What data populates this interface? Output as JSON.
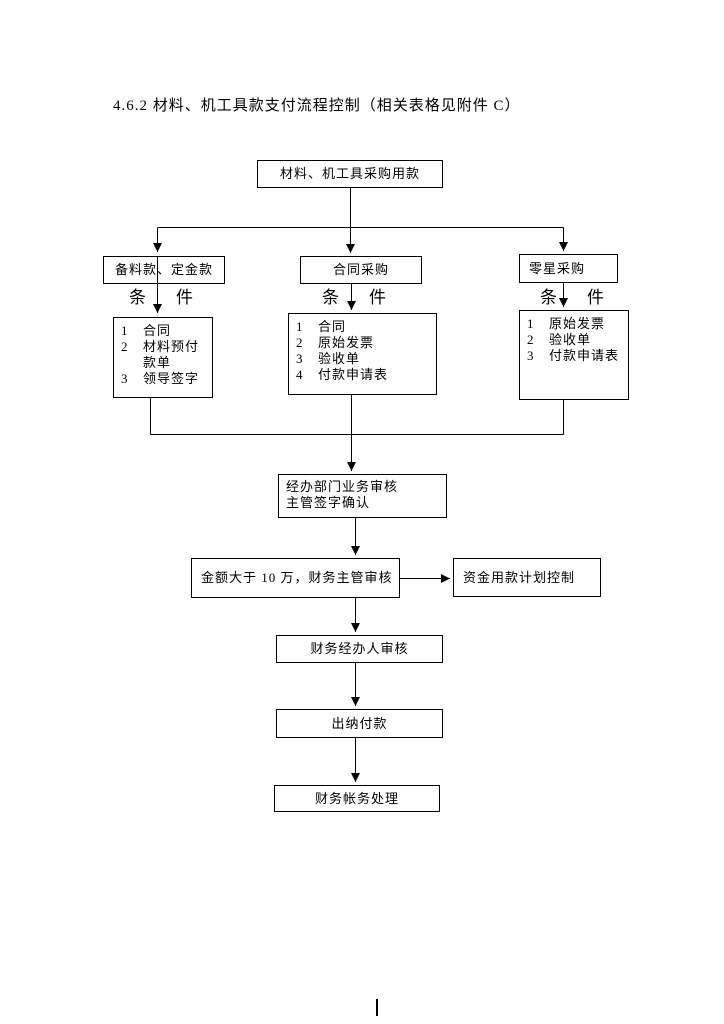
{
  "page": {
    "title": "4.6.2 材料、机工具款支付流程控制（相关表格见附件 C）"
  },
  "flowchart": {
    "top_box": "材料、机工具采购用款",
    "condition_label": {
      "left": "条",
      "right": "件"
    },
    "branches": [
      {
        "name": "备料款、定金款",
        "conditions": [
          {
            "n": "1",
            "t": "合同"
          },
          {
            "n": "2",
            "t": "材料预付"
          },
          {
            "n": "",
            "t": "款单"
          },
          {
            "n": "3",
            "t": "领导签字"
          }
        ]
      },
      {
        "name": "合同采购",
        "conditions": [
          {
            "n": "1",
            "t": "合同"
          },
          {
            "n": "2",
            "t": "原始发票"
          },
          {
            "n": "3",
            "t": "验收单"
          },
          {
            "n": "4",
            "t": "付款申请表"
          }
        ]
      },
      {
        "name": "零星采购",
        "conditions": [
          {
            "n": "1",
            "t": "原始发票"
          },
          {
            "n": "2",
            "t": "验收单"
          },
          {
            "n": "3",
            "t": "付款申请表"
          }
        ]
      }
    ],
    "review_box": {
      "line1": "经办部门业务审核",
      "line2": "主管签字确认"
    },
    "amount_box": "金额大于 10 万，财务主管审核",
    "fund_plan_box": "资金用款计划控制",
    "finance_review_box": "财务经办人审核",
    "cashier_box": "出纳付款",
    "accounting_box": "财务帐务处理"
  }
}
